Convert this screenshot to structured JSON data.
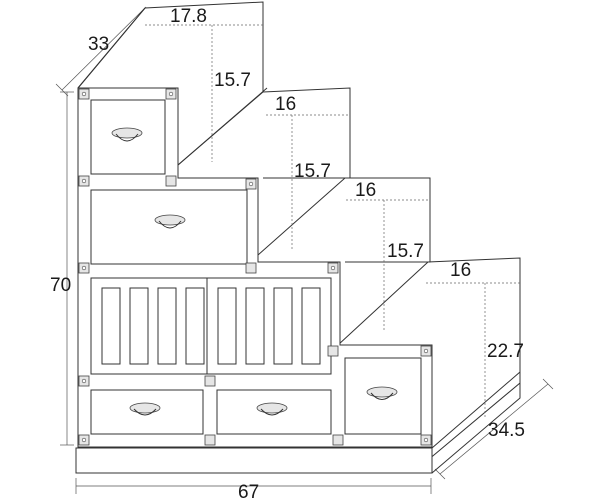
{
  "diagram": {
    "dimensions": {
      "top_depth": "33",
      "step1_width": "17.8",
      "step1_height": "15.7",
      "step2_width": "16",
      "step2_height": "15.7",
      "step3_width": "16",
      "step3_height": "15.7",
      "step4_width": "16",
      "step4_height": "22.7",
      "total_height": "70",
      "total_width": "67",
      "base_depth": "34.5"
    },
    "colors": {
      "line": "#333333",
      "metal": "#e6e6e6",
      "background": "#ffffff"
    }
  }
}
